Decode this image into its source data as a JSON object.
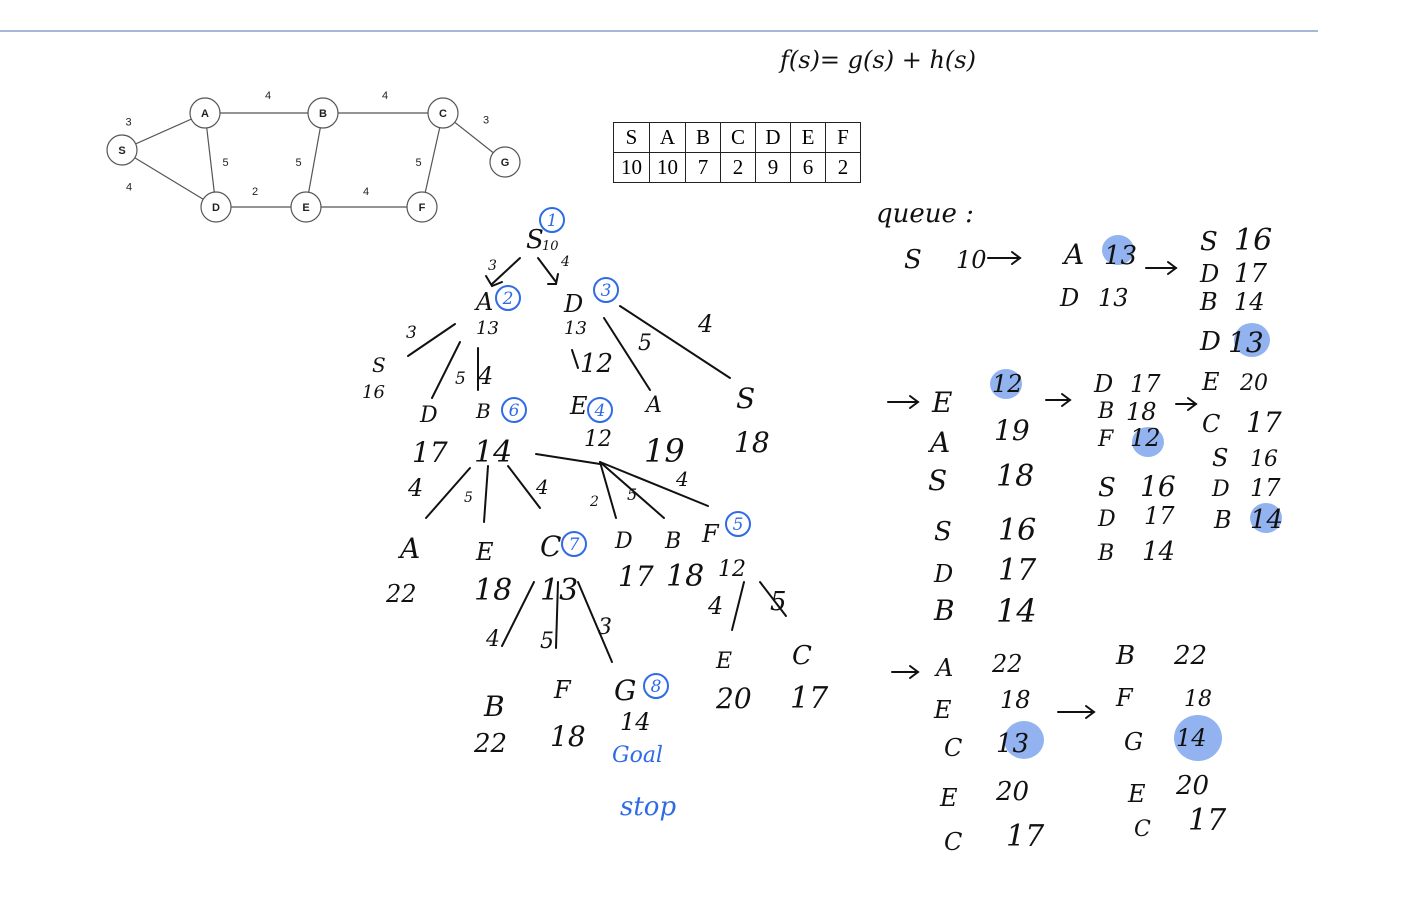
{
  "formula": "f(s)= g(s) + h(s)",
  "graph": {
    "nodes": [
      "S",
      "A",
      "B",
      "C",
      "G",
      "D",
      "E",
      "F"
    ],
    "edges": [
      {
        "from": "S",
        "to": "A",
        "w": "3"
      },
      {
        "from": "S",
        "to": "D",
        "w": "4"
      },
      {
        "from": "A",
        "to": "B",
        "w": "4"
      },
      {
        "from": "A",
        "to": "D",
        "w": "5"
      },
      {
        "from": "B",
        "to": "C",
        "w": "4"
      },
      {
        "from": "B",
        "to": "E",
        "w": "5"
      },
      {
        "from": "C",
        "to": "G",
        "w": "3"
      },
      {
        "from": "C",
        "to": "F",
        "w": "5"
      },
      {
        "from": "D",
        "to": "E",
        "w": "2"
      },
      {
        "from": "E",
        "to": "F",
        "w": "4"
      }
    ]
  },
  "heuristic_table": {
    "headers": [
      "S",
      "A",
      "B",
      "C",
      "D",
      "E",
      "F"
    ],
    "values": [
      "10",
      "10",
      "7",
      "2",
      "9",
      "6",
      "2"
    ]
  },
  "queue_label": "queue :",
  "tree": {
    "texts": [
      {
        "t": "S"
      },
      {
        "t": "10"
      },
      {
        "t": "3"
      },
      {
        "t": "4"
      },
      {
        "t": "A"
      },
      {
        "t": "13"
      },
      {
        "t": "D"
      },
      {
        "t": "13"
      },
      {
        "t": "3"
      },
      {
        "t": "S"
      },
      {
        "t": "16"
      },
      {
        "t": "5"
      },
      {
        "t": "4"
      },
      {
        "t": "D"
      },
      {
        "t": "17"
      },
      {
        "t": "B"
      },
      {
        "t": "14"
      },
      {
        "t": "12"
      },
      {
        "t": "5"
      },
      {
        "t": "4"
      },
      {
        "t": "E"
      },
      {
        "t": "12"
      },
      {
        "t": "A"
      },
      {
        "t": "19"
      },
      {
        "t": "S"
      },
      {
        "t": "18"
      },
      {
        "t": "4"
      },
      {
        "t": "5"
      },
      {
        "t": "4"
      },
      {
        "t": "A"
      },
      {
        "t": "22"
      },
      {
        "t": "E"
      },
      {
        "t": "18"
      },
      {
        "t": "C"
      },
      {
        "t": "13"
      },
      {
        "t": "2"
      },
      {
        "t": "5"
      },
      {
        "t": "4"
      },
      {
        "t": "D"
      },
      {
        "t": "17"
      },
      {
        "t": "B"
      },
      {
        "t": "18"
      },
      {
        "t": "F"
      },
      {
        "t": "12"
      },
      {
        "t": "4"
      },
      {
        "t": "5"
      },
      {
        "t": "3"
      },
      {
        "t": "B"
      },
      {
        "t": "22"
      },
      {
        "t": "F"
      },
      {
        "t": "18"
      },
      {
        "t": "G"
      },
      {
        "t": "14"
      },
      {
        "t": "4"
      },
      {
        "t": "5"
      },
      {
        "t": "E"
      },
      {
        "t": "20"
      },
      {
        "t": "C"
      },
      {
        "t": "17"
      }
    ],
    "order_marks": [
      "1",
      "2",
      "3",
      "4",
      "5",
      "6",
      "7",
      "8"
    ],
    "goal_text": "Goal",
    "stop_text": "stop"
  },
  "queue": {
    "entries": [
      {
        "t": "S"
      },
      {
        "t": "10"
      },
      {
        "t": "A"
      },
      {
        "t": "13"
      },
      {
        "t": "D"
      },
      {
        "t": "13"
      },
      {
        "t": "S"
      },
      {
        "t": "16"
      },
      {
        "t": "D"
      },
      {
        "t": "17"
      },
      {
        "t": "B"
      },
      {
        "t": "14"
      },
      {
        "t": "D"
      },
      {
        "t": "13"
      },
      {
        "t": "E"
      },
      {
        "t": "12"
      },
      {
        "t": "A"
      },
      {
        "t": "19"
      },
      {
        "t": "S"
      },
      {
        "t": "18"
      },
      {
        "t": "S"
      },
      {
        "t": "16"
      },
      {
        "t": "D"
      },
      {
        "t": "17"
      },
      {
        "t": "B"
      },
      {
        "t": "14"
      },
      {
        "t": "D"
      },
      {
        "t": "17"
      },
      {
        "t": "B"
      },
      {
        "t": "18"
      },
      {
        "t": "F"
      },
      {
        "t": "12"
      },
      {
        "t": "S"
      },
      {
        "t": "16"
      },
      {
        "t": "D"
      },
      {
        "t": "17"
      },
      {
        "t": "B"
      },
      {
        "t": "14"
      },
      {
        "t": "E"
      },
      {
        "t": "20"
      },
      {
        "t": "C"
      },
      {
        "t": "17"
      },
      {
        "t": "S"
      },
      {
        "t": "16"
      },
      {
        "t": "D"
      },
      {
        "t": "17"
      },
      {
        "t": "B"
      },
      {
        "t": "14"
      },
      {
        "t": "A"
      },
      {
        "t": "22"
      },
      {
        "t": "E"
      },
      {
        "t": "18"
      },
      {
        "t": "C"
      },
      {
        "t": "13"
      },
      {
        "t": "E"
      },
      {
        "t": "20"
      },
      {
        "t": "C"
      },
      {
        "t": "17"
      },
      {
        "t": "B"
      },
      {
        "t": "22"
      },
      {
        "t": "F"
      },
      {
        "t": "18"
      },
      {
        "t": "G"
      },
      {
        "t": "14"
      },
      {
        "t": "E"
      },
      {
        "t": "20"
      },
      {
        "t": "C"
      },
      {
        "t": "17"
      }
    ],
    "highlight_color": "#7fa6ec"
  },
  "colors": {
    "ink": "#111111",
    "blue_ink": "#2f6be6",
    "highlight": "#7fa6ec",
    "rule": "#a9b8d8"
  }
}
